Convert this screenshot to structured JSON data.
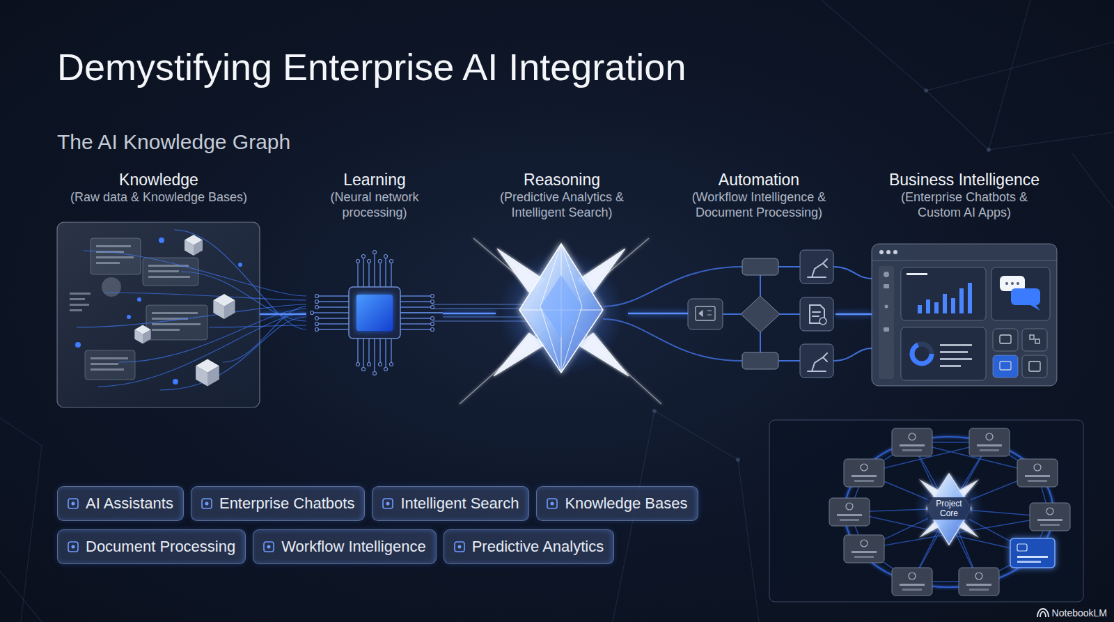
{
  "diagram": {
    "title": "Demystifying Enterprise AI Integration",
    "nodes": [
      {
        "text": [
          "Knowledge",
          "(Raw data & Knowledge Bases)"
        ]
      },
      {
        "text": [
          "Learning",
          "(Neural network processing)"
        ]
      },
      {
        "text": [
          "Reasoning",
          "(Predictive Analytics & Intelligent Search)"
        ]
      },
      {
        "text": [
          "Automation",
          "(Workflow Intelligence & Document Processing)"
        ]
      },
      {
        "text": [
          "Business Intelligence",
          "(Enterprise Chatbots & Custom AI Apps)"
        ]
      },
      {
        "text": [
          "AI Assistants"
        ]
      },
      {
        "text": [
          "Enterprise Chatbots"
        ]
      },
      {
        "text": [
          "Intelligent Search"
        ]
      },
      {
        "text": [
          "Knowledge Bases"
        ]
      },
      {
        "text": [
          "Document Processing"
        ]
      },
      {
        "text": [
          "Workflow Intelligence"
        ]
      },
      {
        "text": [
          "Predictive Analytics"
        ]
      },
      {
        "text": [
          "Project Core"
        ]
      }
    ],
    "edges": [
      {
        "from": 0,
        "to": 1,
        "arrow": "none"
      },
      {
        "from": 1,
        "to": 2,
        "arrow": "none"
      },
      {
        "from": 2,
        "to": 3,
        "arrow": "none"
      },
      {
        "from": 3,
        "to": 4,
        "arrow": "none"
      }
    ],
    "labels": [
      "The AI Knowledge Graph",
      "NotebookLM"
    ]
  }
}
